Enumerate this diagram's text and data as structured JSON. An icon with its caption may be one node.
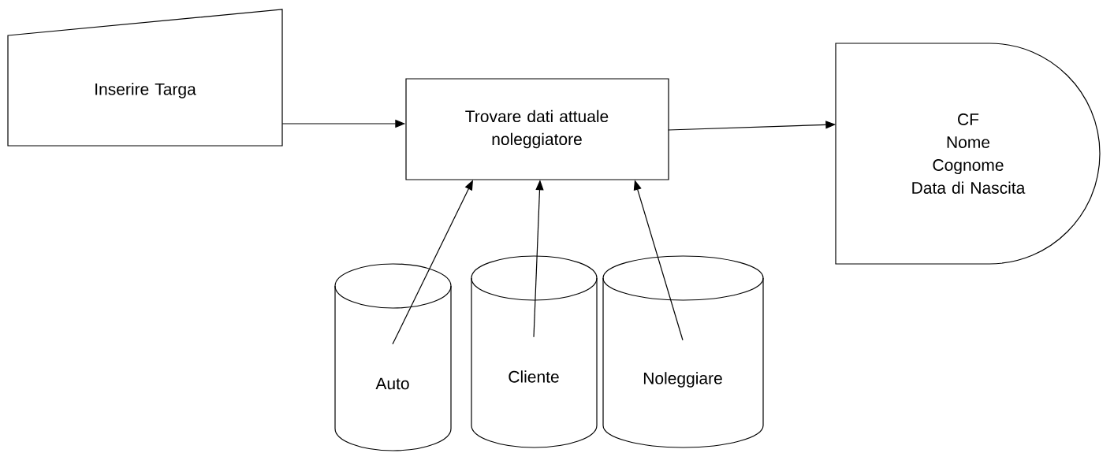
{
  "diagram": {
    "nodes": [
      {
        "text": [
          "Inserire Targa"
        ]
      },
      {
        "text": [
          "Trovare dati attuale noleggiatore"
        ]
      },
      {
        "text": [
          "CF",
          "Nome",
          "Cognome",
          "Data di Nascita"
        ]
      },
      {
        "text": [
          "Auto"
        ]
      },
      {
        "text": [
          "Cliente"
        ]
      },
      {
        "text": [
          "Noleggiare"
        ]
      }
    ],
    "edges": [
      {
        "from": 0,
        "to": 1,
        "arrow": "to"
      },
      {
        "from": 1,
        "to": 2,
        "arrow": "to"
      },
      {
        "from": 3,
        "to": 1,
        "arrow": "to"
      },
      {
        "from": 4,
        "to": 1,
        "arrow": "to"
      },
      {
        "from": 5,
        "to": 1,
        "arrow": "to"
      }
    ]
  }
}
